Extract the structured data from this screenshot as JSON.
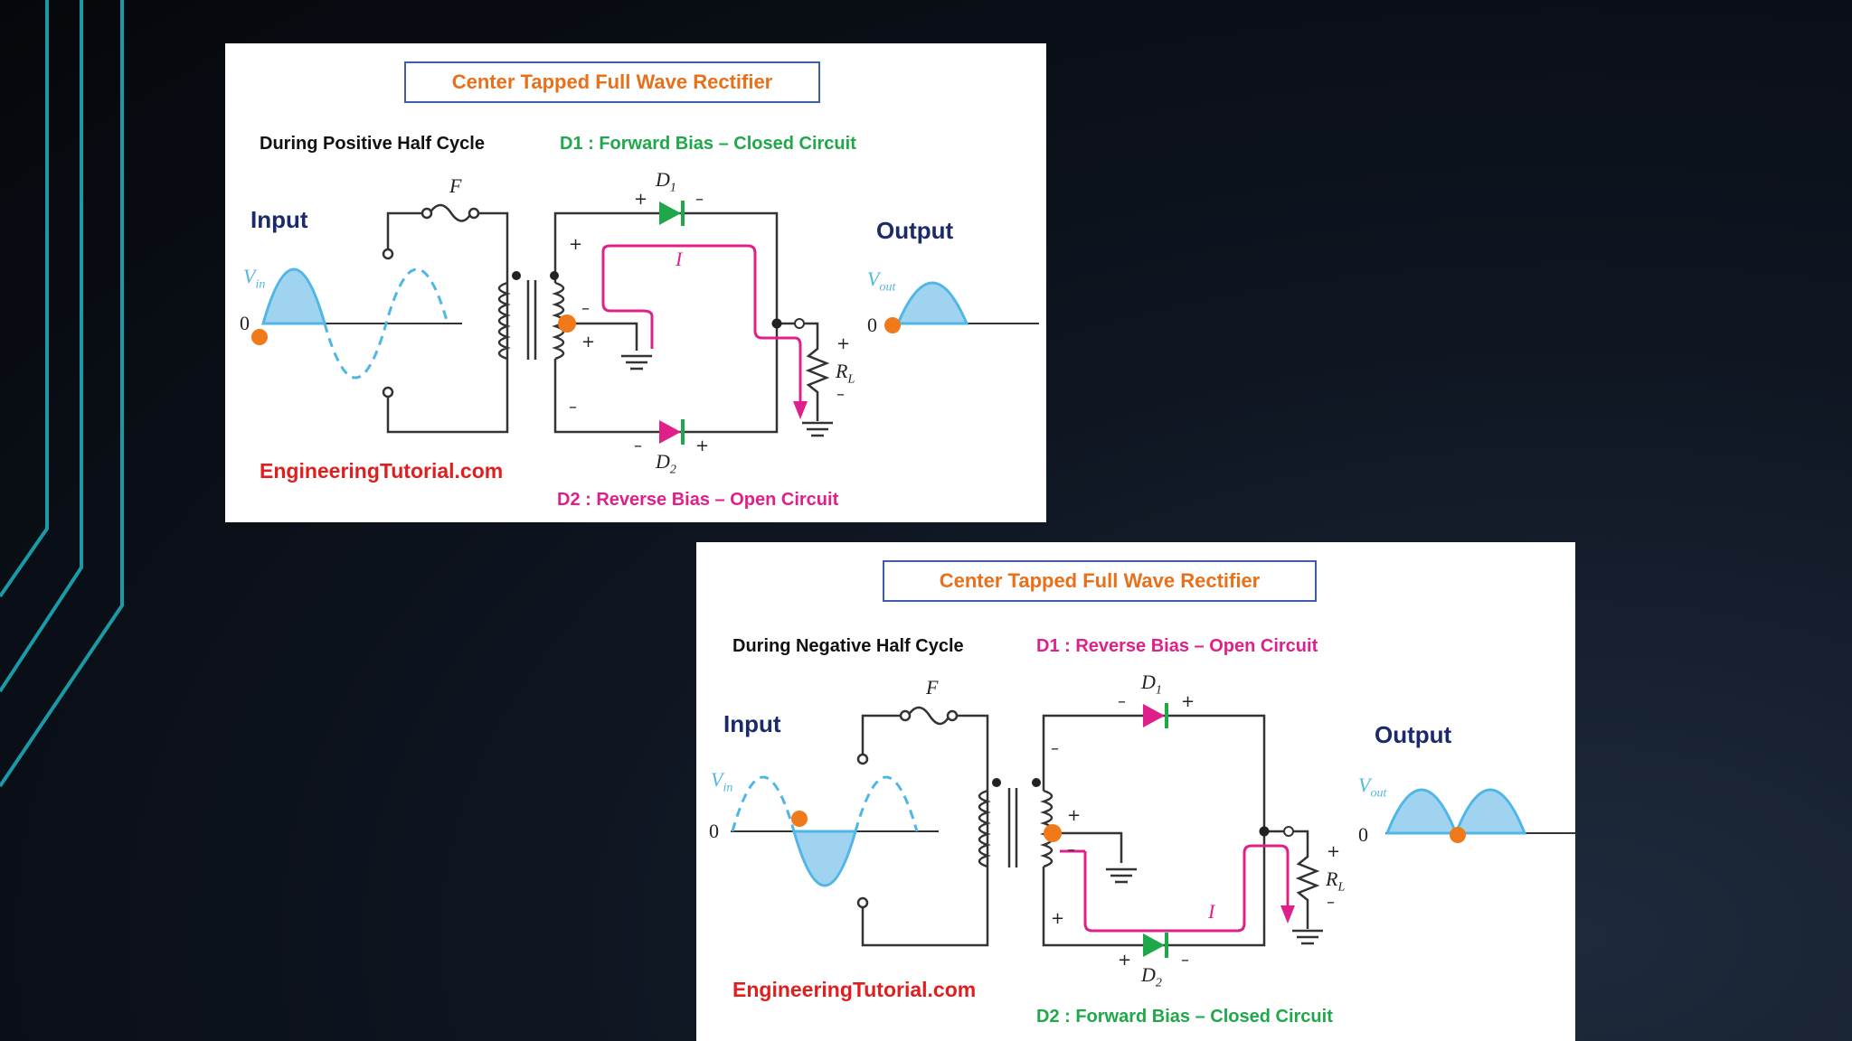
{
  "slide": {
    "panels": [
      {
        "title": "Center Tapped Full Wave Rectifier",
        "cycle": "During Positive Half Cycle",
        "d1_status": "D1 : Forward Bias – Closed Circuit",
        "d2_status": "D2 : Reverse  Bias – Open Circuit",
        "input_label": "Input",
        "output_label": "Output",
        "brand": "EngineeringTutorial.com",
        "fuse": "F",
        "d1": "D",
        "d1_sub": "1",
        "d2": "D",
        "d2_sub": "2",
        "vin": "V",
        "vin_sub": "in",
        "vout": "V",
        "vout_sub": "out",
        "load": "R",
        "load_sub": "L",
        "current": "I",
        "zero": "0",
        "plus": "+",
        "minus": "–"
      },
      {
        "title": "Center Tapped Full Wave Rectifier",
        "cycle": "During Negative Half Cycle",
        "d1_status": "D1 : Reverse  Bias – Open Circuit",
        "d2_status": "D2 : Forward Bias – Closed Circuit",
        "input_label": "Input",
        "output_label": "Output",
        "brand": "EngineeringTutorial.com",
        "fuse": "F",
        "d1": "D",
        "d1_sub": "1",
        "d2": "D",
        "d2_sub": "2",
        "vin": "V",
        "vin_sub": "in",
        "vout": "V",
        "vout_sub": "out",
        "load": "R",
        "load_sub": "L",
        "current": "I",
        "zero": "0",
        "plus": "+",
        "minus": "–"
      }
    ],
    "colors": {
      "title_text": "#e8701a",
      "title_border": "#3e5ea6",
      "forward": "#1fa84a",
      "reverse": "#e0208a",
      "wave": "#4fb6e6",
      "wave_fill": "#9fd3f0",
      "marker": "#f07a1a",
      "accent_lines": "#1a9aa6"
    }
  }
}
